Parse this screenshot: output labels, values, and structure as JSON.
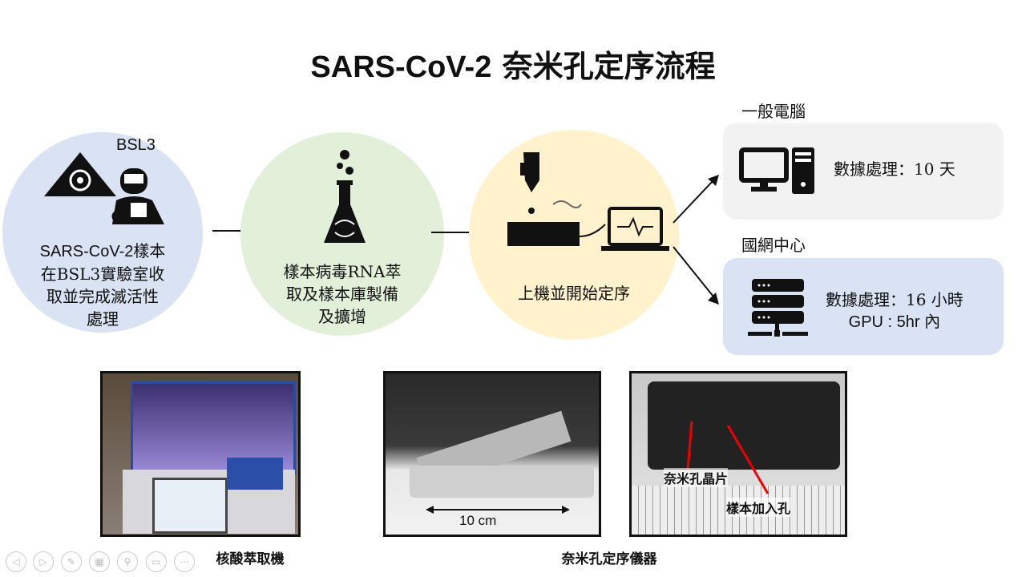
{
  "title": {
    "en": "SARS-CoV-2",
    "zh": " 奈米孔定序流程"
  },
  "steps": [
    {
      "badge": "BSL3",
      "lines": [
        "SARS-CoV-2樣本",
        "在BSL3實驗室收",
        "取並完成滅活性",
        "處理"
      ]
    },
    {
      "lines": [
        "樣本病毒RNA萃",
        "取及樣本庫製備",
        "及擴增"
      ]
    },
    {
      "lines": [
        "上機並開始定序"
      ]
    }
  ],
  "outputs": [
    {
      "heading": "一般電腦",
      "lines": [
        "數據處理：10 天"
      ],
      "color": "#f2f2f2"
    },
    {
      "heading": "國網中心",
      "lines": [
        "數據處理：16 小時",
        "GPU : 5hr 內"
      ],
      "color": "#dae3f3"
    }
  ],
  "photos": {
    "p2_scale": "10 cm",
    "p3_label1": "奈米孔晶片",
    "p3_label2": "樣本加入孔"
  },
  "captions": [
    "核酸萃取機",
    "奈米孔定序儀器"
  ],
  "colors": {
    "step1": "#dae3f3",
    "step2": "#e2efd9",
    "step3": "#fff2cc"
  }
}
